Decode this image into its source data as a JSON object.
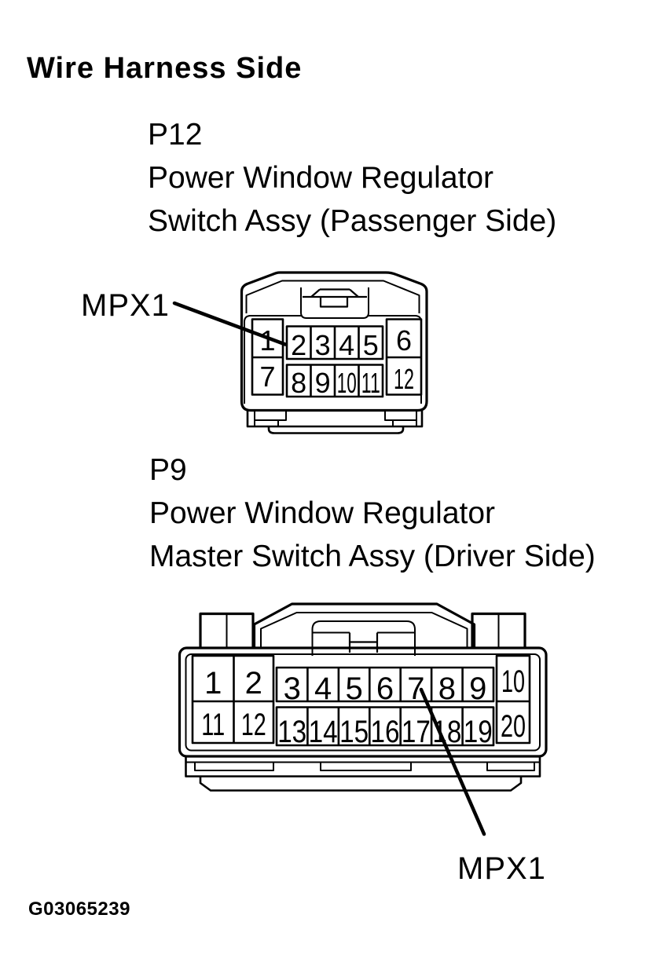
{
  "page": {
    "title": "Wire Harness Side",
    "figure_id": "G03065239",
    "background_color": "#ffffff",
    "line_color": "#000000"
  },
  "connectors": {
    "p12": {
      "code": "P12",
      "name_line1": "Power Window Regulator",
      "name_line2": "Switch Assy (Passenger Side)",
      "callout": "MPX1",
      "callout_target_pin": "2",
      "rows": 2,
      "pin_count": 12,
      "pins": [
        "1",
        "2",
        "3",
        "4",
        "5",
        "6",
        "7",
        "8",
        "9",
        "10",
        "11",
        "12"
      ]
    },
    "p9": {
      "code": "P9",
      "name_line1": "Power Window Regulator",
      "name_line2": "Master Switch Assy (Driver Side)",
      "callout": "MPX1",
      "callout_target_pin": "7",
      "rows": 2,
      "pin_count": 20,
      "pins": [
        "1",
        "2",
        "3",
        "4",
        "5",
        "6",
        "7",
        "8",
        "9",
        "10",
        "11",
        "12",
        "13",
        "14",
        "15",
        "16",
        "17",
        "18",
        "19",
        "20"
      ]
    }
  }
}
